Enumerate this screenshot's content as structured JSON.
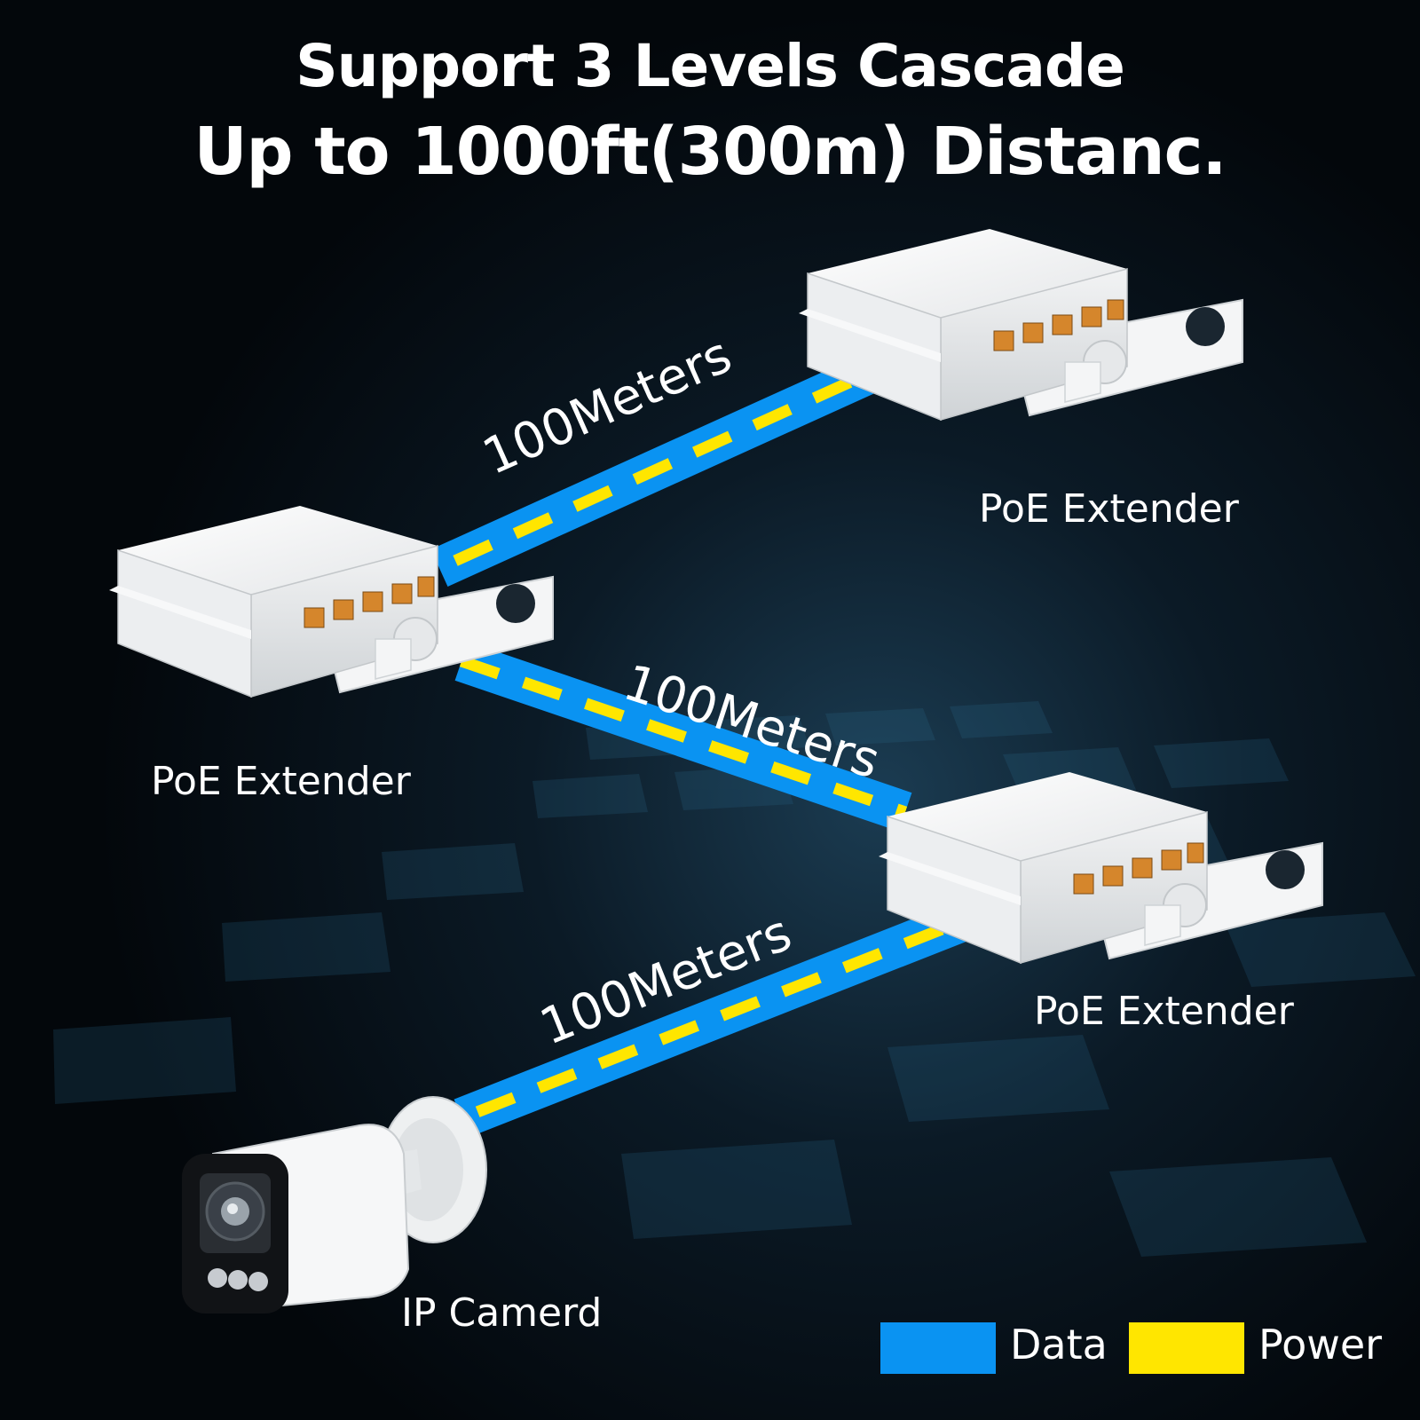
{
  "title": {
    "line1": "Support 3 Levels Cascade",
    "line2": "Up to 1000ft(300m) Distanc."
  },
  "devices": [
    {
      "label": "PoE Extender",
      "icon": "poe-extender-icon"
    },
    {
      "label": "PoE Extender",
      "icon": "poe-extender-icon"
    },
    {
      "label": "PoE Extender",
      "icon": "poe-extender-icon"
    },
    {
      "label": "IP Camerd",
      "icon": "ip-camera-icon"
    }
  ],
  "links": [
    {
      "distance": "100Meters"
    },
    {
      "distance": "100Meters"
    },
    {
      "distance": "100Meters"
    }
  ],
  "legend": {
    "data_label": "Data",
    "power_label": "Power"
  },
  "colors": {
    "data": "#0a93f2",
    "power": "#ffe600",
    "background": "#04080d"
  }
}
